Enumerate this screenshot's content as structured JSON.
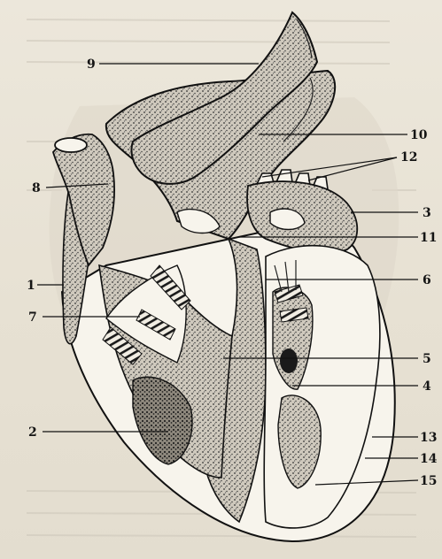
{
  "labels": {
    "l1": "1",
    "l2": "2",
    "l3": "3",
    "l4": "4",
    "l5": "5",
    "l6": "6",
    "l7": "7",
    "l8": "8",
    "l9": "9",
    "l10": "10",
    "l11": "11",
    "l12": "12",
    "l13": "13",
    "l14": "14",
    "l15": "15"
  },
  "colors": {
    "paper": "#ebe6d9",
    "ink": "#111111",
    "chamber": "#f7f4ec"
  }
}
